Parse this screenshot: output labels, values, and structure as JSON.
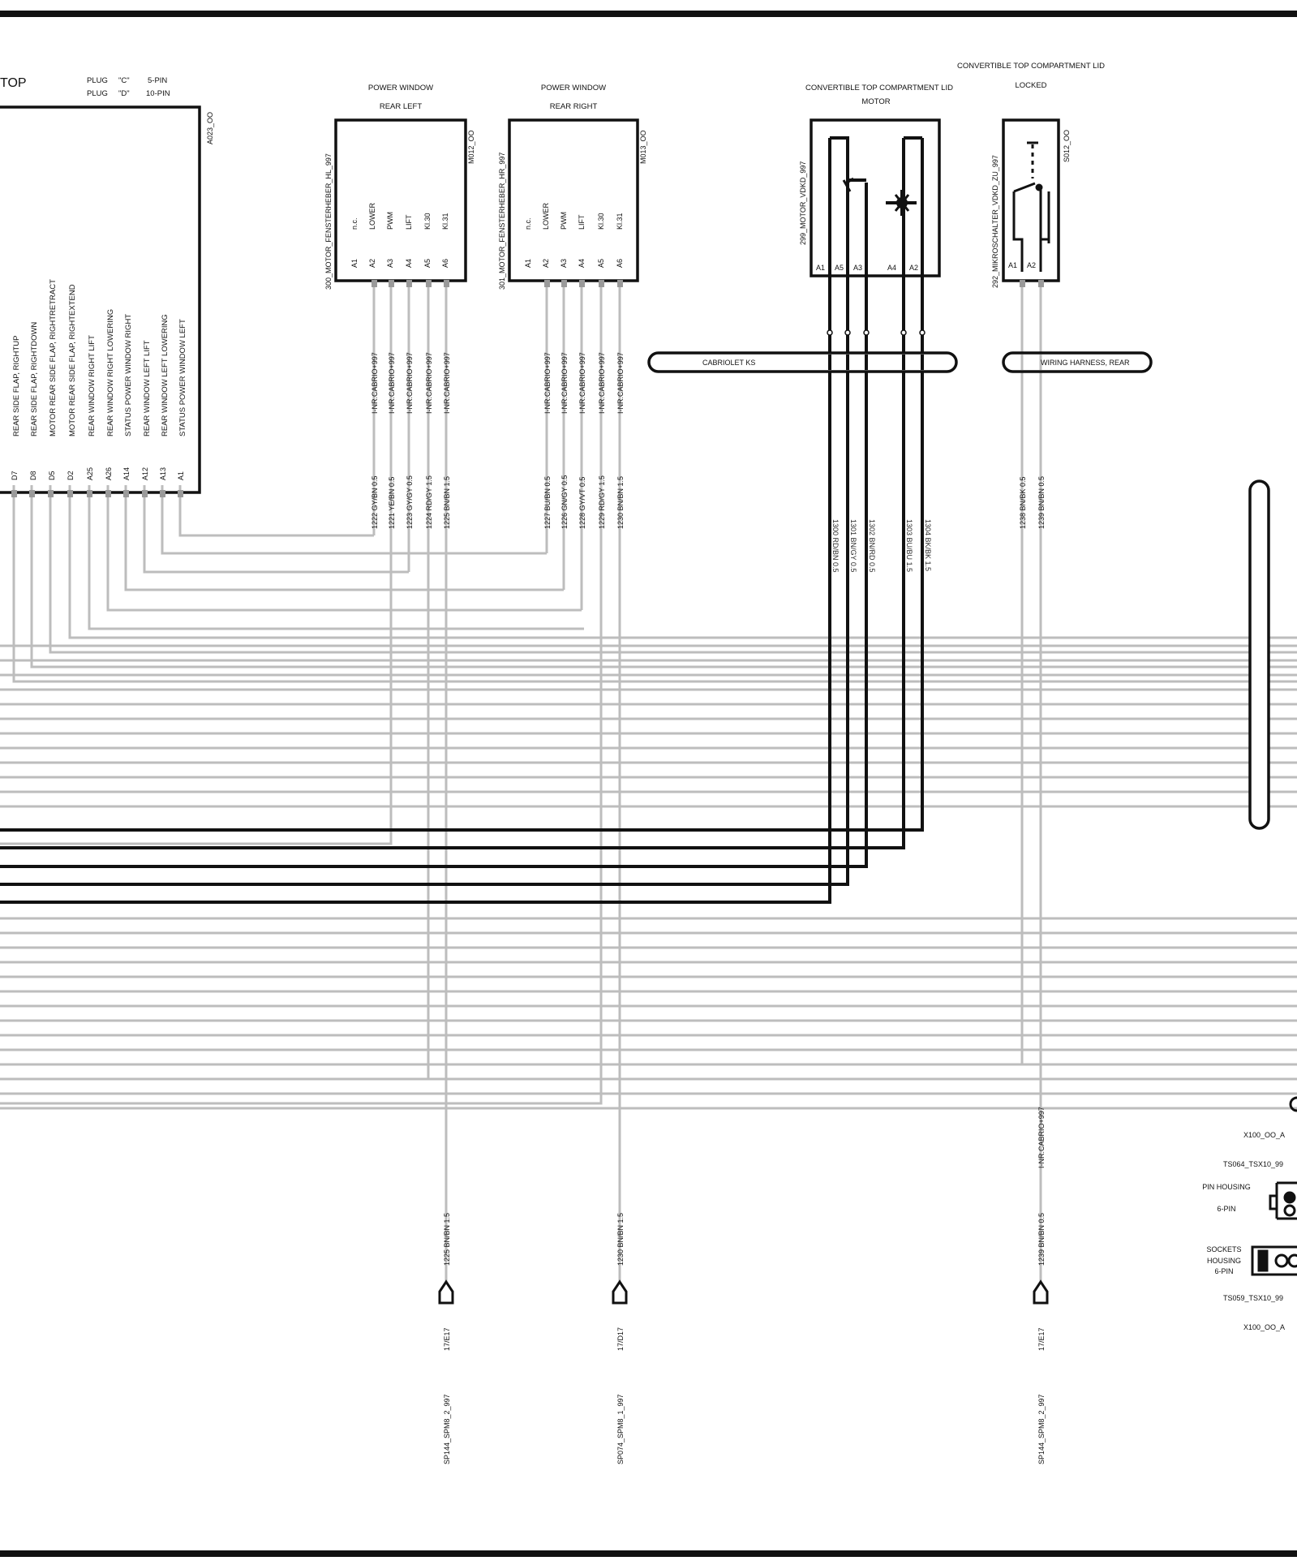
{
  "title_fragment": "TOP",
  "plugs": [
    {
      "label": "PLUG",
      "letter": "\"C\"",
      "pins": "5-PIN"
    },
    {
      "label": "PLUG",
      "letter": "\"D\"",
      "pins": "10-PIN"
    }
  ],
  "control_unit": {
    "ref": "A023_OO",
    "functions": [
      "REAR SIDE FLAP, RIGHTUP",
      "REAR SIDE FLAP, RIGHTDOWN",
      "MOTOR   REAR SIDE FLAP, RIGHTRETRACT",
      "MOTOR   REAR SIDE FLAP, RIGHTEXTEND",
      "REAR WINDOW   RIGHT LIFT",
      "REAR WINDOW   RIGHT  LOWERING",
      "STATUS  POWER WINDOW RIGHT",
      "REAR WINDOW   LEFT  LIFT",
      "REAR WINDOW   LEFT   LOWERING",
      "STATUS  POWER WINDOW LEFT"
    ],
    "pins": [
      "D7",
      "D8",
      "D5",
      "D2",
      "A25",
      "A26",
      "A14",
      "A12",
      "A13",
      "A1"
    ]
  },
  "power_window_left": {
    "title_line1": "POWER WINDOW",
    "title_line2": "REAR LEFT",
    "name": "300_MOTOR_FENSTERHEBER_HL_997",
    "ref": "M012_OO",
    "pin_functions": [
      "n.c.",
      "LOWER",
      "PWM",
      "LIFT",
      "Kl.30",
      "Kl.31"
    ],
    "pins": [
      "A1",
      "A2",
      "A3",
      "A4",
      "A5",
      "A6"
    ],
    "harness_labels": [
      "I-NR.CABRIO+997",
      "I-NR.CABRIO+997",
      "I-NR.CABRIO+997",
      "I-NR.CABRIO+997",
      "I-NR.CABRIO+997"
    ],
    "wire_labels": [
      "1222 GY/BN 0.5",
      "1221 YE/BN 0.5",
      "1223 GY/GY 0.5",
      "1224 RD/GY 1.5",
      "1225 BN/BN 1.5"
    ]
  },
  "power_window_right": {
    "title_line1": "POWER WINDOW",
    "title_line2": "REAR RIGHT",
    "name": "301_MOTOR_FENSTERHEBER_HR_997",
    "ref": "M013_OO",
    "pin_functions": [
      "n.c.",
      "LOWER",
      "PWM",
      "LIFT",
      "Kl.30",
      "Kl.31"
    ],
    "pins": [
      "A1",
      "A2",
      "A3",
      "A4",
      "A5",
      "A6"
    ],
    "harness_labels": [
      "I-NR.CABRIO+997",
      "I-NR.CABRIO+997",
      "I-NR.CABRIO+997",
      "I-NR.CABRIO+997",
      "I-NR.CABRIO+997"
    ],
    "wire_labels": [
      "1227 BU/BN 0.5",
      "1226 GN/GY 0.5",
      "1228 GY/VT 0.5",
      "1229 RD/GY 1.5",
      "1230 BN/BN 1.5"
    ]
  },
  "lid_motor": {
    "title_line1": "CONVERTIBLE TOP COMPARTMENT LID",
    "title_line2": "MOTOR",
    "name": "299_MOTOR_VDKD_997",
    "pins": [
      "A1",
      "A5",
      "A3",
      "A4",
      "A2"
    ],
    "wire_labels": [
      "1300 RD/BN 0.5",
      "1301 BN/GY 0.5",
      "1302 BN/RD 0.5",
      "1303 BU/BU 1.5",
      "1304 BK/BK 1.5"
    ]
  },
  "lid_switch": {
    "title_line1": "CONVERTIBLE TOP COMPARTMENT LID",
    "title_line2": "LOCKED",
    "name": "292_MIKROSCHALTER_VDKD_ZU_997",
    "ref": "S012_OO",
    "pins": [
      "A1",
      "A2"
    ],
    "wire_labels": [
      "1238 BN/BK 0.5",
      "1239 BN/BN 0.5"
    ]
  },
  "harnesses": [
    {
      "label": "CABRIOLET KS"
    },
    {
      "label": "WIRING HARNESS, REAR"
    }
  ],
  "connector_legend": {
    "x100_top": "X100_OO_A",
    "ts064": "TS064_TSX10_99",
    "pin_housing_l1": "PIN HOUSING",
    "pin_housing_l2": "6-PIN",
    "sockets_l1": "SOCKETS",
    "sockets_l2": "HOUSING",
    "sockets_l3": "6-PIN",
    "ts059": "TS059_TSX10_99",
    "x100_bottom": "X100_OO_A"
  },
  "splices": [
    {
      "wire": "1225 BN/BN 1.5",
      "grid": "17/E17",
      "name": "SP144_SPM8_2_997"
    },
    {
      "wire": "1230 BN/BN 1.5",
      "grid": "17/D17",
      "name": "SP074_SPM8_1_997"
    },
    {
      "wire": "1239 BN/BN 0.5",
      "grid": "17/E17",
      "name": "SP144_SPM8_2_997",
      "harness_label": "I-NR.CABRIO+997"
    }
  ]
}
